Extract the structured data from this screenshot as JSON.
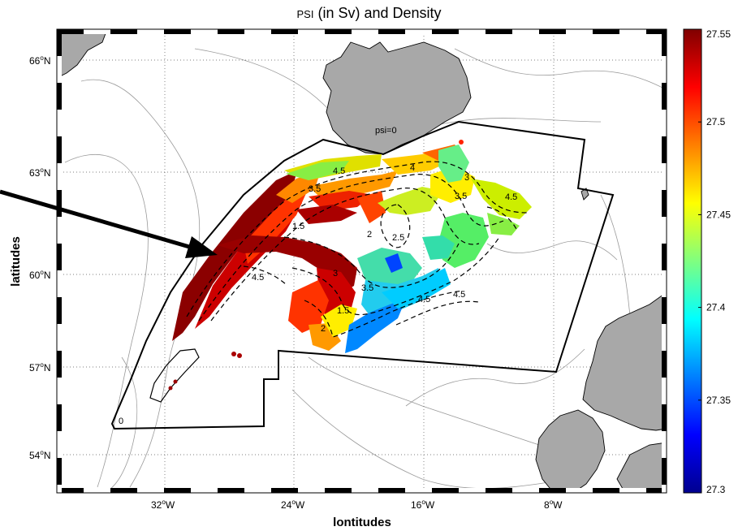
{
  "title": {
    "prefix": "PSI",
    "rest": " (in Sv) and Density"
  },
  "axes": {
    "xlabel": "lontitudes",
    "ylabel": "latitudes",
    "xticks": [
      {
        "deg": "32",
        "hem": "W"
      },
      {
        "deg": "24",
        "hem": "W"
      },
      {
        "deg": "16",
        "hem": "W"
      },
      {
        "deg": "8",
        "hem": "W"
      }
    ],
    "yticks": [
      {
        "deg": "66",
        "hem": "N"
      },
      {
        "deg": "63",
        "hem": "N"
      },
      {
        "deg": "60",
        "hem": "N"
      },
      {
        "deg": "57",
        "hem": "N"
      },
      {
        "deg": "54",
        "hem": "N"
      }
    ]
  },
  "colorbar": {
    "min": 27.3,
    "max": 27.55,
    "ticks": [
      "27.55",
      "27.5",
      "27.45",
      "27.4",
      "27.35",
      "27.3"
    ]
  },
  "contour_labels": [
    "psi=0",
    "4.5",
    "4",
    "3.5",
    "3.5",
    "3",
    "4.5",
    "2.5",
    "2",
    "1.5",
    "4.5",
    "4.5",
    "4.5",
    "1.5",
    "3.5",
    "3",
    "2",
    "0"
  ],
  "colors": {
    "land": "#a8a8a8",
    "frame": "#000000",
    "grid": "#555555",
    "bathymetry": "#9a9a9a"
  }
}
